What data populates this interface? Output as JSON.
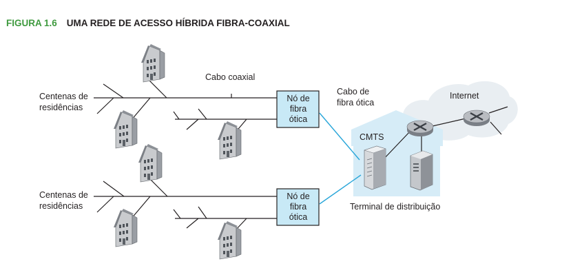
{
  "figure": {
    "number": "FIGURA 1.6",
    "title": "UMA REDE DE ACESSO HÍBRIDA FIBRA-COAXIAL",
    "number_color": "#3f9a3f"
  },
  "labels": {
    "homes_top": [
      "Centenas de",
      "residências"
    ],
    "homes_bottom": [
      "Centenas de",
      "residências"
    ],
    "coax": "Cabo coaxial",
    "fiber": [
      "Cabo de",
      "fibra ótica"
    ],
    "node_top": [
      "Nó de",
      "fibra",
      "ótica"
    ],
    "node_bottom": [
      "Nó de",
      "fibra",
      "ótica"
    ],
    "cmts": "CMTS",
    "headend": "Terminal de distribuição",
    "internet": "Internet"
  },
  "colors": {
    "fiber": "#29a6d9",
    "node_fill": "#c8e9f6",
    "headend_fill": "#d6ecf7",
    "cloud_fill": "#e9eef2",
    "house_front": "#c9cbce",
    "house_roof": "#8d9197"
  },
  "icons": [
    "house-icon",
    "router-icon",
    "server-icon",
    "cmts-icon",
    "cloud-icon"
  ]
}
